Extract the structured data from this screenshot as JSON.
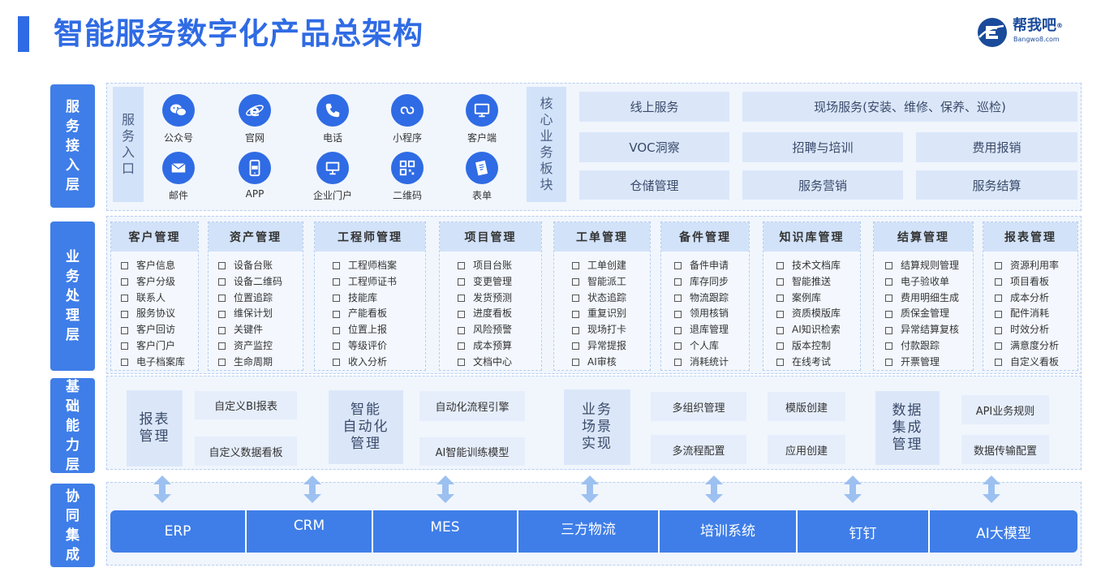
{
  "header": {
    "title": "智能服务数字化产品总架构"
  },
  "logo": {
    "name": "帮我吧",
    "reg": "®",
    "sub": "Bangwo8.com"
  },
  "layers": [
    {
      "label": [
        "服",
        "务",
        "接",
        "入",
        "层"
      ]
    },
    {
      "label": [
        "业",
        "务",
        "处",
        "理",
        "层"
      ]
    },
    {
      "label": [
        "基",
        "础",
        "能",
        "力",
        "层"
      ]
    },
    {
      "label": [
        "协",
        "同",
        "集",
        "成"
      ]
    }
  ],
  "service_access": {
    "entry_label": [
      "服",
      "务",
      "入",
      "口"
    ],
    "entries": [
      {
        "label": "公众号",
        "icon": "wechat-icon"
      },
      {
        "label": "官网",
        "icon": "ie-icon"
      },
      {
        "label": "电话",
        "icon": "phone-icon"
      },
      {
        "label": "小程序",
        "icon": "mini-program-icon"
      },
      {
        "label": "客户端",
        "icon": "monitor-icon"
      },
      {
        "label": "邮件",
        "icon": "mail-icon"
      },
      {
        "label": "APP",
        "icon": "app-icon"
      },
      {
        "label": "企业门户",
        "icon": "portal-icon"
      },
      {
        "label": "二维码",
        "icon": "qrcode-icon"
      },
      {
        "label": "表单",
        "icon": "form-icon"
      }
    ],
    "core_label": [
      "核",
      "心",
      "业",
      "务",
      "板",
      "块"
    ],
    "core_items": [
      "线上服务",
      "现场服务(安装、维修、保养、巡检)",
      "VOC洞察",
      "招聘与培训",
      "费用报销",
      "仓储管理",
      "服务营销",
      "服务结算"
    ]
  },
  "business_modules": [
    {
      "title": "客户管理",
      "items": [
        "客户信息",
        "客户分级",
        "联系人",
        "服务协议",
        "客户回访",
        "客户门户",
        "电子档案库"
      ]
    },
    {
      "title": "资产管理",
      "items": [
        "设备台账",
        "设备二维码",
        "位置追踪",
        "维保计划",
        "关键件",
        "资产监控",
        "生命周期"
      ]
    },
    {
      "title": "工程师管理",
      "items": [
        "工程师档案",
        "工程师证书",
        "技能库",
        "产能看板",
        "位置上报",
        "等级评价",
        "收入分析"
      ]
    },
    {
      "title": "项目管理",
      "items": [
        "项目台账",
        "变更管理",
        "发货预测",
        "进度看板",
        "风险预警",
        "成本预算",
        "文档中心"
      ]
    },
    {
      "title": "工单管理",
      "items": [
        "工单创建",
        "智能派工",
        "状态追踪",
        "重复识别",
        "现场打卡",
        "异常提报",
        "AI审核"
      ]
    },
    {
      "title": "备件管理",
      "items": [
        "备件申请",
        "库存同步",
        "物流跟踪",
        "领用核销",
        "退库管理",
        "个人库",
        "消耗统计"
      ]
    },
    {
      "title": "知识库管理",
      "items": [
        "技术文档库",
        "智能推送",
        "案例库",
        "资质模版库",
        "AI知识检索",
        "版本控制",
        "在线考试"
      ]
    },
    {
      "title": "结算管理",
      "items": [
        "结算规则管理",
        "电子验收单",
        "费用明细生成",
        "质保金管理",
        "异常结算复核",
        "付款跟踪",
        "开票管理"
      ]
    },
    {
      "title": "报表管理",
      "items": [
        "资源利用率",
        "项目看板",
        "成本分析",
        "配件消耗",
        "时效分析",
        "满意度分析",
        "自定义看板"
      ]
    }
  ],
  "basic_capabilities": {
    "groups": [
      {
        "title": [
          "报表",
          "管理"
        ]
      },
      {
        "title": [
          "智能",
          "自动化",
          "管理"
        ]
      },
      {
        "title": [
          "业务",
          "场景",
          "实现"
        ]
      },
      {
        "title": [
          "数据",
          "集成",
          "管理"
        ]
      }
    ],
    "items": [
      "自定义BI报表",
      "自定义数据看板",
      "自动化流程引擎",
      "AI智能训练模型",
      "多组织管理",
      "多流程配置",
      "模版创建",
      "应用创建",
      "API业务规则",
      "数据传输配置"
    ]
  },
  "integration": {
    "systems": [
      "ERP",
      "CRM",
      "MES",
      "三方物流",
      "培训系统",
      "钉钉",
      "AI大模型"
    ]
  }
}
